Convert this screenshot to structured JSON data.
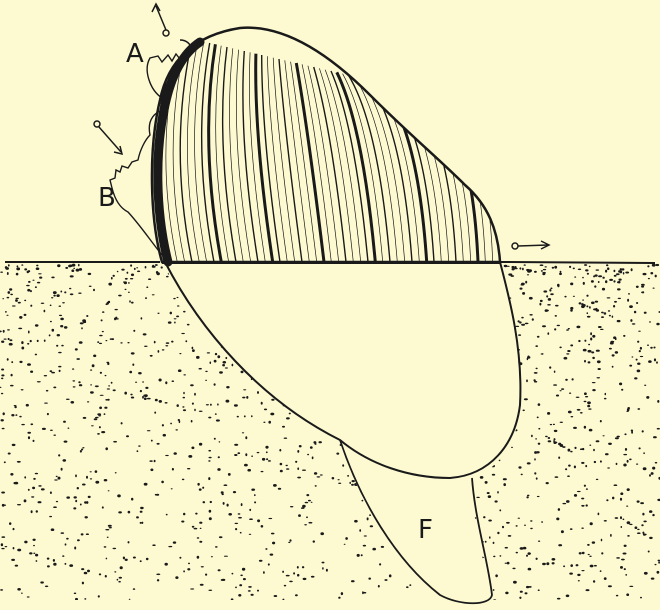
{
  "labels": {
    "a": "A",
    "b": "B",
    "f": "F"
  },
  "colors": {
    "background": "#fdfad2",
    "ink": "#1a1a1a"
  },
  "icons": [
    "arrow-icon",
    "arrow-icon",
    "arrow-icon"
  ]
}
